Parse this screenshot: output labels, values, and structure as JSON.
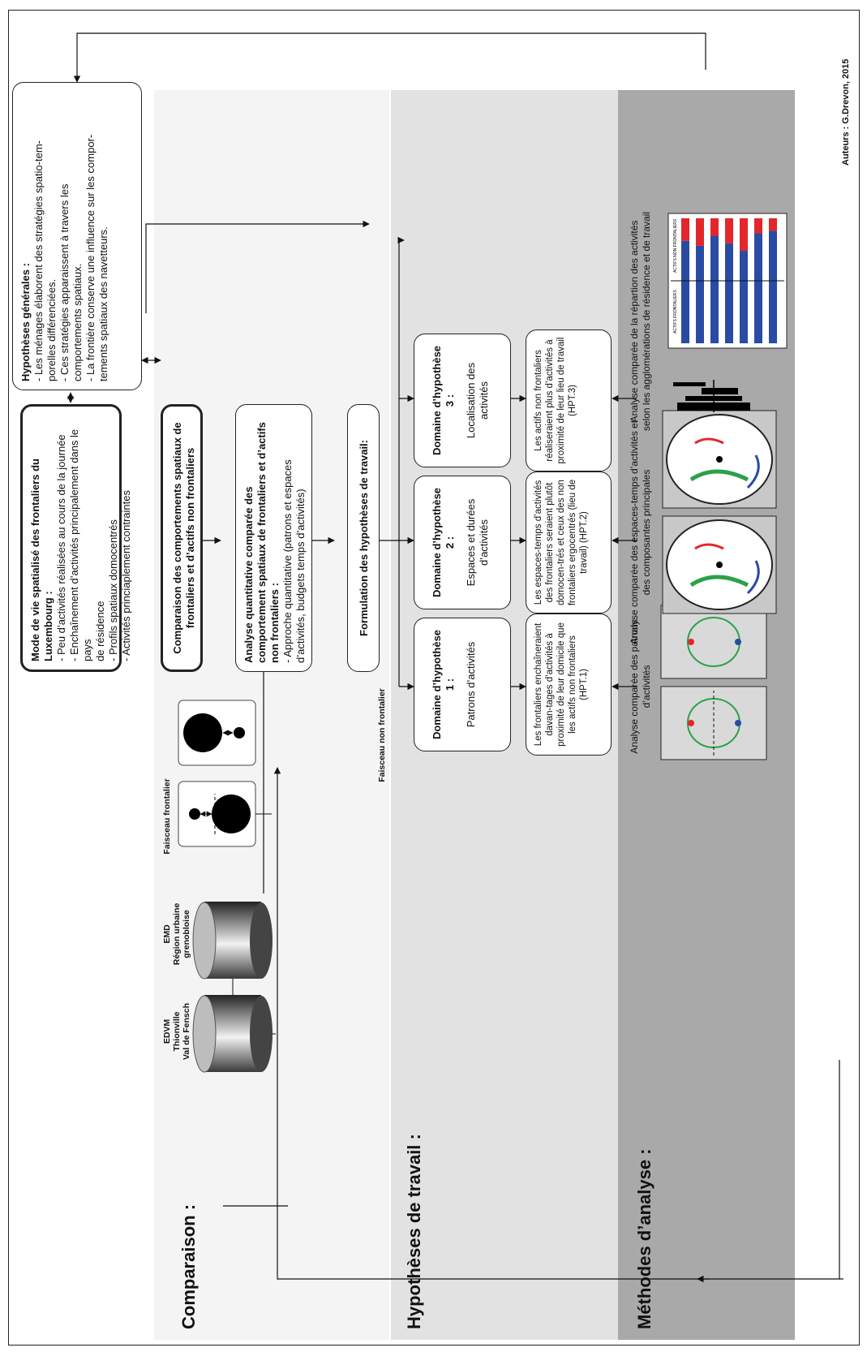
{
  "credit": "Auteurs : G.Drevon, 2015",
  "sections": {
    "comparaison": "Comparaison :",
    "hypotheses": "Hypothèses de travail :",
    "methodes": "Méthodes d’analyse :"
  },
  "general_box": {
    "title": "Hypothèses générales :",
    "lines": "- Les ménages élaborent des stratégies spatio-tem-\nporelles différenciées.\n- Ces stratégies apparaissent à travers les\ncomportements spatiaux.\n- La frontière conserve une influence sur les compor-\ntements spatiaux des navetteurs."
  },
  "mode_box": {
    "title": "Mode de vie spatialisé des frontaliers du Luxembourg :",
    "lines": "- Peu d’activités réalisées au cours de la journée\n- Enchaînement d’activités principalement dans le pays\nde résidence\n- Profils spatiaux domocentrés\n- Activités princiaplement contraintes"
  },
  "comparison_box": "Comparaison des comportements spatiaux de frontaliers et d’actifs non frontaliers",
  "analysis_box": {
    "title": "Analyse quantitative comparée des comportement spatiaux de frontaliers  et d’actifs non frontaliers :",
    "lines": "- Approche quantitative (patrons et espaces d’activités, budgets temps d’activités)"
  },
  "formulation_box": "Formulation des hypothèses de travail:",
  "datasets": [
    {
      "label": "EDVM\nThionville\nVal de Fensch"
    },
    {
      "label": "EMD\nRégion urbaine\ngrenobloise"
    }
  ],
  "faisceaux": [
    {
      "label": "Faisceau frontalier"
    },
    {
      "label": "Faisceau non frontalier"
    }
  ],
  "domains": [
    {
      "title": "Domaine d’hypothèse 1 :",
      "subtitle": "Patrons d’activités",
      "hypothesis": "Les frontaliers enchaîneraient davan-tages d’activités à proximité de leur domicile que les actifs non frontaliers (HPT.1)",
      "method": "Analyse comparée des patrons d’activités"
    },
    {
      "title": "Domaine d’hypothèse 2 :",
      "subtitle": "Espaces et durées d’activités",
      "hypothesis": "Les espaces-temps d’activités des frontaliers seraient plutôt domocen-trés et ceux des non frontaliers ergocentrés (lieu de travail) (HPT.2)",
      "method": "Analyse comparée des espaces-temps d’activités et des composantes principales"
    },
    {
      "title": "Domaine d’hypothèse 3 :",
      "subtitle": "Localisation des activités",
      "hypothesis": "Les actifs non frontaliers réaliseraient plus d’activités à proximité de leur lieu de travail (HPT.3)",
      "method": "Analyse comparée de la répartion des activités selon les agglomérations de résidence et de travail"
    }
  ],
  "bar_chart_labels": {
    "a": "ACTIFS FRONTALIERS",
    "b": "ACTIFS NON FRONTALIERS"
  },
  "colors": {
    "band1": "#f4f4f4",
    "band2": "#e2e2e2",
    "band3": "#a9a9a9",
    "red": "#e3262b",
    "blue": "#2a4ba3",
    "green": "#2aa14a"
  }
}
